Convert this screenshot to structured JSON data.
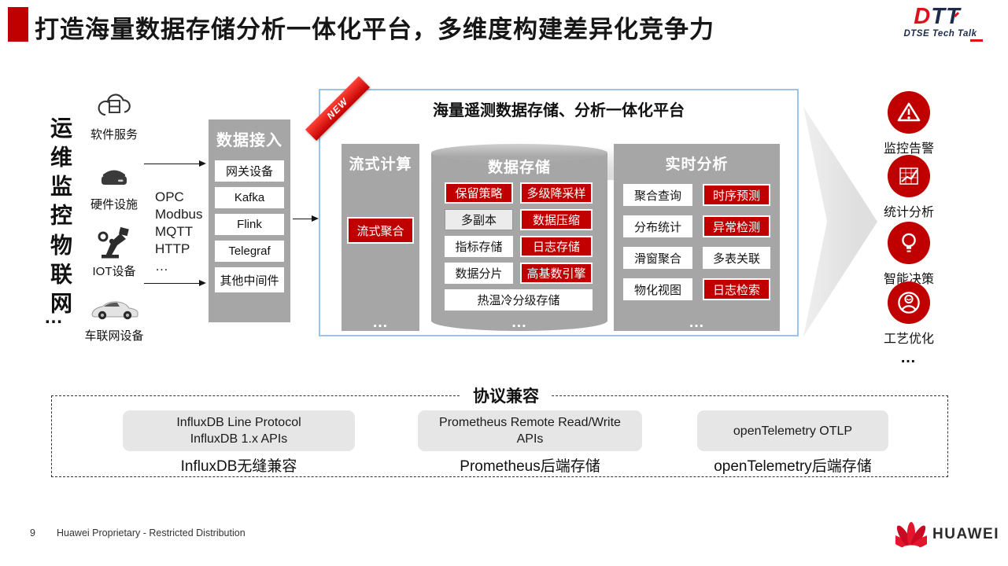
{
  "slide": {
    "title": "打造海量数据存储分析一体化平台，多维度构建差异化竞争力"
  },
  "logo": {
    "d": "D",
    "tt": "TT",
    "subtitle": "DTSE Tech Talk"
  },
  "sources": {
    "group_labels": [
      "运维监控",
      "物联网"
    ],
    "group_more": "…",
    "items": [
      {
        "label": "软件服务",
        "icon": "cloud-service-icon"
      },
      {
        "label": "硬件设施",
        "icon": "hardware-icon"
      },
      {
        "label": "IOT设备",
        "icon": "iot-device-icon"
      },
      {
        "label": "车联网设备",
        "icon": "connected-car-icon"
      }
    ],
    "protocols": [
      "OPC",
      "Modbus",
      "MQTT",
      "HTTP",
      "…"
    ]
  },
  "ingest": {
    "title": "数据接入",
    "items": [
      "网关设备",
      "Kafka",
      "Flink",
      "Telegraf",
      "其他中间件"
    ]
  },
  "platform": {
    "badge": "NEW",
    "title": "海量遥测数据存储、分析一体化平台",
    "streaming": {
      "title": "流式计算",
      "items": [
        {
          "label": "流式聚合",
          "style": "red"
        }
      ],
      "more": "…"
    },
    "storage": {
      "title": "数据存储",
      "items": [
        {
          "label": "保留策略",
          "style": "red"
        },
        {
          "label": "多级降采样",
          "style": "red"
        },
        {
          "label": "多副本",
          "style": "light"
        },
        {
          "label": "数据压缩",
          "style": "red"
        },
        {
          "label": "指标存储",
          "style": "white"
        },
        {
          "label": "日志存储",
          "style": "red"
        },
        {
          "label": "数据分片",
          "style": "white"
        },
        {
          "label": "高基数引擎",
          "style": "red"
        },
        {
          "label": "热温冷分级存储",
          "style": "white-wide"
        }
      ],
      "more": "…"
    },
    "analysis": {
      "title": "实时分析",
      "items": [
        {
          "label": "聚合查询",
          "style": "white"
        },
        {
          "label": "时序预测",
          "style": "red"
        },
        {
          "label": "分布统计",
          "style": "white"
        },
        {
          "label": "异常检测",
          "style": "red"
        },
        {
          "label": "滑窗聚合",
          "style": "white"
        },
        {
          "label": "多表关联",
          "style": "white"
        },
        {
          "label": "物化视图",
          "style": "white"
        },
        {
          "label": "日志检索",
          "style": "red"
        }
      ],
      "more": "…"
    }
  },
  "outputs": {
    "items": [
      {
        "label": "监控告警",
        "icon": "alert-icon"
      },
      {
        "label": "统计分析",
        "icon": "chart-icon"
      },
      {
        "label": "智能决策",
        "icon": "bulb-icon"
      },
      {
        "label": "工艺优化",
        "icon": "person-icon"
      }
    ],
    "more": "…"
  },
  "compatibility": {
    "title": "协议兼容",
    "cards": [
      {
        "lines": [
          "InfluxDB Line Protocol",
          "InfluxDB 1.x APIs"
        ],
        "caption": "InfluxDB无缝兼容"
      },
      {
        "lines": [
          "Prometheus Remote Read/Write",
          "APIs"
        ],
        "caption": "Prometheus后端存储"
      },
      {
        "lines": [
          "openTelemetry OTLP"
        ],
        "caption": "openTelemetry后端存储"
      }
    ]
  },
  "footer": {
    "page": "9",
    "note": "Huawei Proprietary -  Restricted Distribution",
    "brand": "HUAWEI"
  },
  "colors": {
    "accent_red": "#c00000",
    "panel_gray": "#a6a6a6",
    "platform_border": "#9dc3e6",
    "card_gray": "#e7e6e6",
    "huawei_red": "#ce0e2d",
    "logo_navy": "#1c2b4a"
  }
}
